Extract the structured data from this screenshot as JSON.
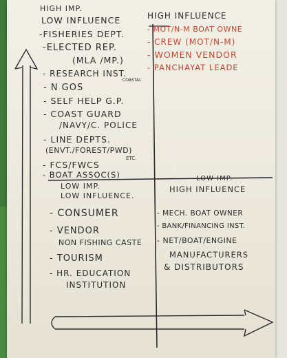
{
  "quadrants": {
    "top_left": {
      "header_line1": "HIGH IMP.",
      "header_line2": "LOW INFLUENCE",
      "items": [
        "-FISHERIES DEPT.",
        "-ELECTED REP.",
        "(MLA /MP.)",
        "- RESEARCH INST.",
        "- N GOs",
        "- SELF HELP G.P.",
        "- COAST GUARD",
        "/NAVY/C. POLICE",
        "- LINE DEPTS.",
        "(ENVT./FOREST/PWD)",
        "- FCS/FWCS",
        "- BOAT ASSOC(S)"
      ]
    },
    "top_right": {
      "header_line1": "HIGH INFLUENCE",
      "items": [
        "- MOT/N-M BOAT OWNE",
        "- CREW (MOT/N-M)",
        "- WOMEN VENDOR",
        "- PANCHAYAT LEADE"
      ]
    },
    "bottom_left": {
      "header_line1": "LOW IMP.",
      "header_line2": "LOW INFLUENCE.",
      "items": [
        "- CONSUMER",
        "- VENDOR",
        "NON FISHING CASTE",
        "- TOURISM",
        "- HR. EDUCATION",
        "INSTITUTION"
      ]
    },
    "bottom_right": {
      "header_line1": "LOW IMP.",
      "header_line2": "HIGH INFLUENCE",
      "items": [
        "- MECH. BOAT OWNER",
        "- BANK/FINANCING INST.",
        "- NET/BOAT/ENGINE",
        "MANUFACTURERS",
        "& DISTRIBUTORS"
      ]
    }
  },
  "annotations": {
    "small_note": "COASTAL",
    "etc_note": "ETC."
  },
  "colors": {
    "ink_dark": "#2c2a2d",
    "ink_red": "#c8442f",
    "paper": "#efebe0",
    "background_green": "#3f7a3a"
  }
}
